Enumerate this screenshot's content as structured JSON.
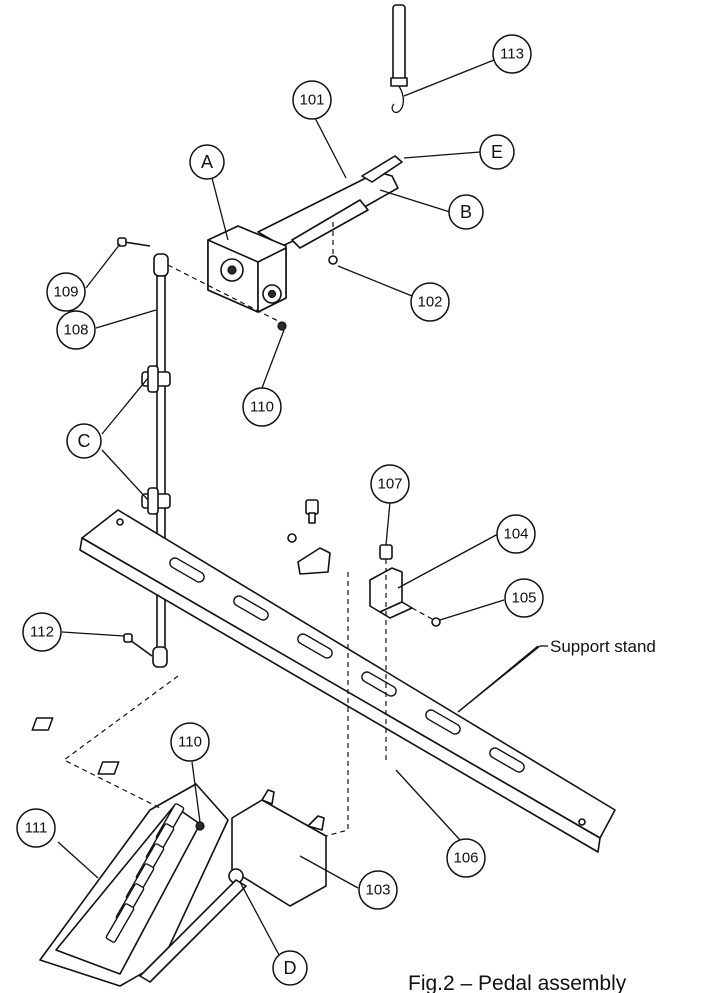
{
  "balloons": {
    "b101": "101",
    "b102": "102",
    "b103": "103",
    "b104": "104",
    "b105": "105",
    "b106": "106",
    "b107": "107",
    "b108": "108",
    "b109": "109",
    "b110a": "110",
    "b110b": "110",
    "b111": "111",
    "b112": "112",
    "b113": "113",
    "bA": "A",
    "bB": "B",
    "bC": "C",
    "bD": "D",
    "bE": "E"
  },
  "labels": {
    "support_stand": "Support stand",
    "caption": "Fig.2 – Pedal assembly"
  }
}
